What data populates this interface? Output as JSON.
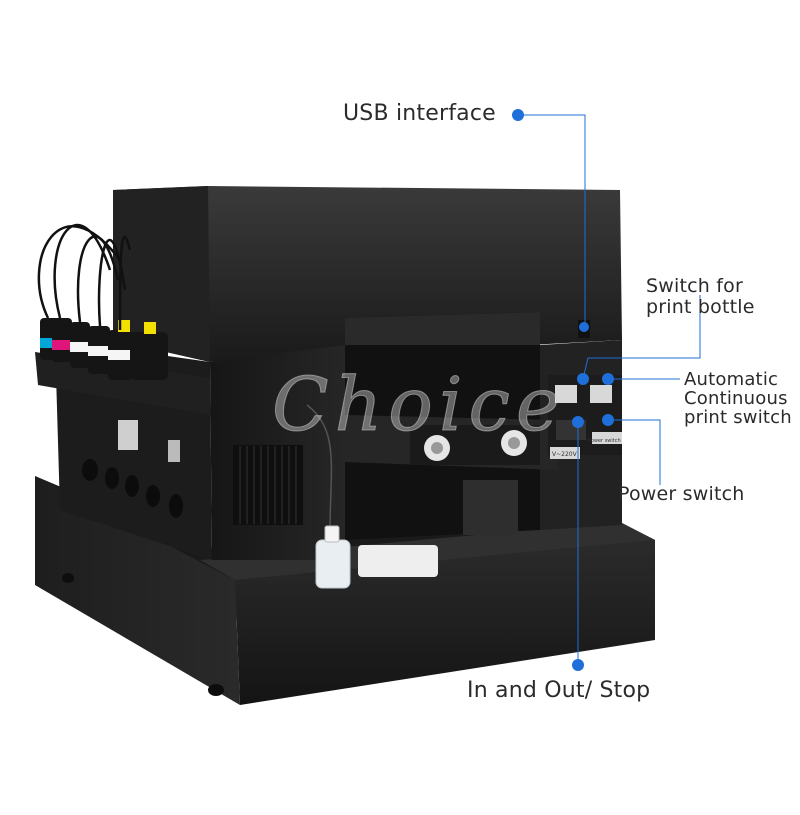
{
  "watermark": "Choice",
  "callouts": {
    "usb": "USB interface",
    "print_bottle": "Switch for\nprint bottle",
    "auto_continuous": "Automatic\nContinuous\n print switch",
    "power": "Power switch",
    "in_out_stop": "In and Out/ Stop"
  },
  "colors": {
    "accent": "#1e6fd9",
    "body": "#1b1b1b",
    "body_light": "#2c2c2c",
    "ink_cyan": "#00a6d6",
    "ink_magenta": "#e0157a",
    "ink_yellow": "#f4e000",
    "ink_black": "#111111",
    "ink_white": "#f5f5f5"
  },
  "panel_text": {
    "voltage": "V~220V",
    "power_switch": "Power switch"
  }
}
